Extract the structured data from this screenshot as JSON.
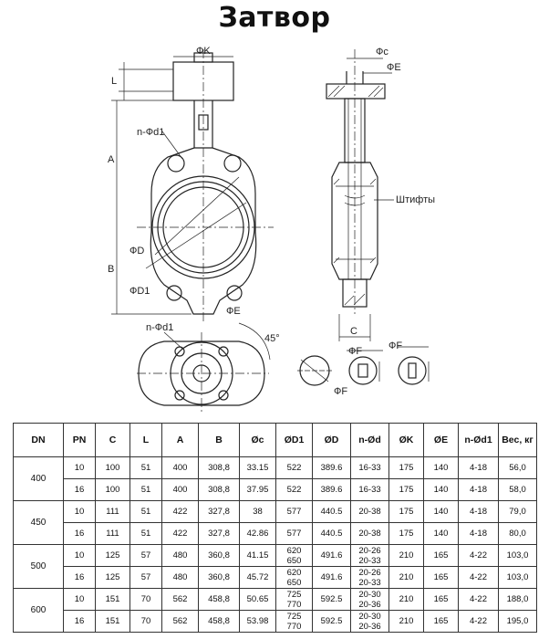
{
  "title": "Затвор",
  "drawing": {
    "labels": {
      "phi_k": "ФK",
      "l": "L",
      "n_phi_d1_top": "n-Фd1",
      "a": "A",
      "b": "B",
      "phi_d": "ФD",
      "phi_d1": "ФD1",
      "phi_e_front": "ФE",
      "phi_c": "Фc",
      "phi_e_side": "ФE",
      "pins": "Штифты",
      "c": "C",
      "n_phi_d1_bottom": "n-Фd1",
      "phi_f_1": "ФF",
      "phi_f_2": "ФF",
      "phi_f_3": "ФF",
      "angle": "45°"
    }
  },
  "table": {
    "headers": [
      "DN",
      "PN",
      "C",
      "L",
      "A",
      "B",
      "Øc",
      "ØD1",
      "ØD",
      "n-Ød",
      "ØK",
      "ØE",
      "n-Ød1",
      "Вес, кг"
    ],
    "groups": [
      {
        "dn": "400",
        "rows": [
          {
            "pn": "10",
            "c": "100",
            "l": "51",
            "a": "400",
            "b": "308,8",
            "oc": "33.15",
            "od1": "522",
            "od": "389.6",
            "nod": "16-33",
            "ok": "175",
            "oe": "140",
            "nod1": "4-18",
            "weight": "56,0"
          },
          {
            "pn": "16",
            "c": "100",
            "l": "51",
            "a": "400",
            "b": "308,8",
            "oc": "37.95",
            "od1": "522",
            "od": "389.6",
            "nod": "16-33",
            "ok": "175",
            "oe": "140",
            "nod1": "4-18",
            "weight": "58,0"
          }
        ]
      },
      {
        "dn": "450",
        "rows": [
          {
            "pn": "10",
            "c": "111",
            "l": "51",
            "a": "422",
            "b": "327,8",
            "oc": "38",
            "od1": "577",
            "od": "440.5",
            "nod": "20-38",
            "ok": "175",
            "oe": "140",
            "nod1": "4-18",
            "weight": "79,0"
          },
          {
            "pn": "16",
            "c": "111",
            "l": "51",
            "a": "422",
            "b": "327,8",
            "oc": "42.86",
            "od1": "577",
            "od": "440.5",
            "nod": "20-38",
            "ok": "175",
            "oe": "140",
            "nod1": "4-18",
            "weight": "80,0"
          }
        ]
      },
      {
        "dn": "500",
        "rows": [
          {
            "pn": "10",
            "c": "125",
            "l": "57",
            "a": "480",
            "b": "360,8",
            "oc": "41.15",
            "od1": "620 650",
            "od": "491.6",
            "nod": "20-26 20-33",
            "ok": "210",
            "oe": "165",
            "nod1": "4-22",
            "weight": "103,0"
          },
          {
            "pn": "16",
            "c": "125",
            "l": "57",
            "a": "480",
            "b": "360,8",
            "oc": "45.72",
            "od1": "620 650",
            "od": "491.6",
            "nod": "20-26 20-33",
            "ok": "210",
            "oe": "165",
            "nod1": "4-22",
            "weight": "103,0"
          }
        ]
      },
      {
        "dn": "600",
        "rows": [
          {
            "pn": "10",
            "c": "151",
            "l": "70",
            "a": "562",
            "b": "458,8",
            "oc": "50.65",
            "od1": "725 770",
            "od": "592.5",
            "nod": "20-30 20-36",
            "ok": "210",
            "oe": "165",
            "nod1": "4-22",
            "weight": "188,0"
          },
          {
            "pn": "16",
            "c": "151",
            "l": "70",
            "a": "562",
            "b": "458,8",
            "oc": "53.98",
            "od1": "725 770",
            "od": "592.5",
            "nod": "20-30 20-36",
            "ok": "210",
            "oe": "165",
            "nod1": "4-22",
            "weight": "195,0"
          }
        ]
      }
    ]
  }
}
